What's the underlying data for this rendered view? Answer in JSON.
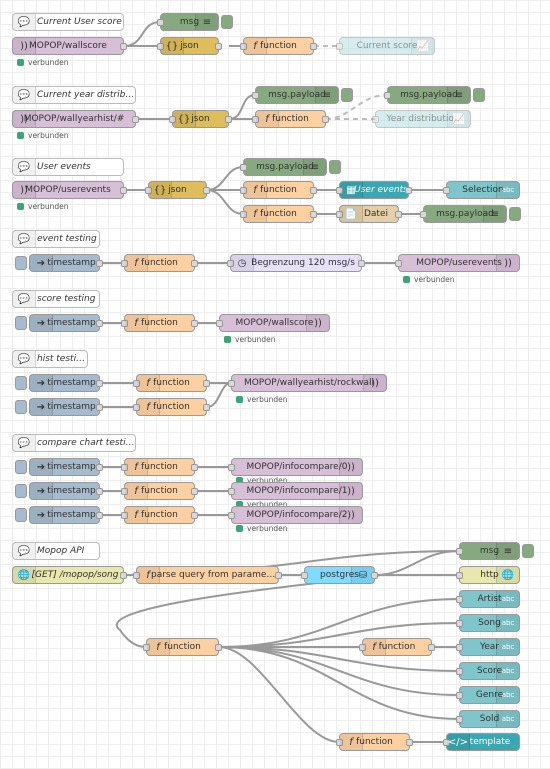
{
  "canvas": {
    "background": "#ffffff",
    "grid_color": "#eeeeee",
    "wire_color": "#999999"
  },
  "flows": {
    "current_user_score": {
      "comment": "Current User score",
      "mqtt_in": "MOPOP/wallscore",
      "mqtt_status": "verbunden",
      "debug": "msg",
      "json": "json",
      "function": "function",
      "chart": "Current score"
    },
    "current_year_distribution": {
      "comment": "Current year distribution",
      "mqtt_in": "MOPOP/wallyearhist/#",
      "mqtt_status": "verbunden",
      "json": "json",
      "debug1": "msg.payload",
      "function": "function",
      "debug2": "msg.payload",
      "chart": "Year distribution"
    },
    "user_events": {
      "comment": "User events",
      "mqtt_in": "MOPOP/userevents",
      "mqtt_status": "verbunden",
      "json": "json",
      "debug1": "msg.payload",
      "function1": "function",
      "function2": "function",
      "table": "User events",
      "text": "Selection",
      "file": "Datei",
      "debug2": "msg.payload"
    },
    "event_testing": {
      "comment": "event testing",
      "inject": "timestamp",
      "function": "function",
      "delay": "Begrenzung 120 msg/s",
      "mqtt_out": "MOPOP/userevents",
      "mqtt_status": "verbunden"
    },
    "score_testing": {
      "comment": "score testing",
      "inject": "timestamp",
      "function": "function",
      "mqtt_out": "MOPOP/wallscore",
      "mqtt_status": "verbunden"
    },
    "hist_testing": {
      "comment": "hist testing",
      "inject1": "timestamp",
      "inject2": "timestamp",
      "function1": "function",
      "function2": "function",
      "mqtt_out": "MOPOP/wallyearhist/rockwall",
      "mqtt_status": "verbunden"
    },
    "compare_chart_testing": {
      "comment": "compare chart testing",
      "inject1": "timestamp",
      "inject2": "timestamp",
      "inject3": "timestamp",
      "function1": "function",
      "function2": "function",
      "function3": "function",
      "mqtt_out1": "MOPOP/infocompare/0",
      "mqtt_out2": "MOPOP/infocompare/1",
      "mqtt_out3": "MOPOP/infocompare/2",
      "mqtt_status1": "verbunden",
      "mqtt_status2": "verbunden",
      "mqtt_status3": "verbunden"
    },
    "mopop_api": {
      "comment": "Mopop API",
      "http_in": "[GET] /mopop/song",
      "parse_function": "parse query from parameters",
      "postgres": "postgres",
      "debug": "msg",
      "http_response": "http",
      "main_function": "function",
      "year_function": "function",
      "template_function": "function",
      "text_artist": "Artist",
      "text_song": "Song",
      "text_year": "Year",
      "text_score": "Score",
      "text_genre": "Genre",
      "text_sold": "Sold",
      "template": "template"
    }
  },
  "icons": {
    "comment": "speech-bubble-icon",
    "mqtt": "wifi-waves-icon",
    "json": "braces-icon",
    "function": "italic-f-icon",
    "debug": "list-lines-icon",
    "chart": "chart-line-icon",
    "inject": "arrow-right-icon",
    "delay": "clock-icon",
    "table": "table-grid-icon",
    "file": "file-icon",
    "text": "abc-icon",
    "http": "globe-icon",
    "postgres": "database-icon",
    "template": "code-brackets-icon"
  }
}
